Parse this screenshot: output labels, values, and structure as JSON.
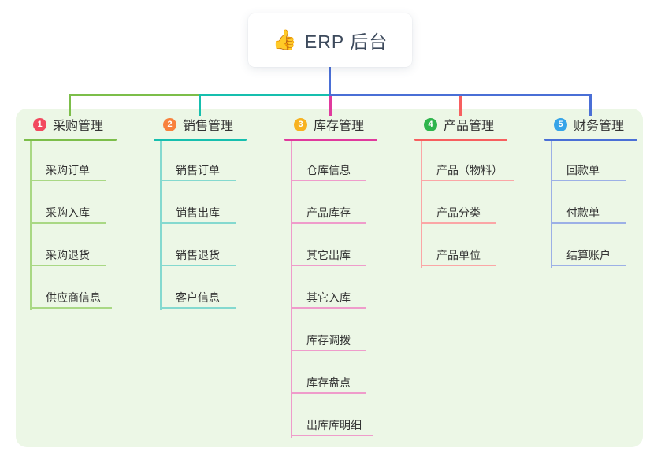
{
  "root": {
    "label": "ERP 后台",
    "icon": "thumbs-up-emoji",
    "emoji": "👍",
    "connector_color": "#4a6fd6",
    "background": "#ffffff"
  },
  "canvas": {
    "panel_color": "#ecf7e6",
    "page_background": "#ffffff"
  },
  "branches": [
    {
      "index": "1",
      "label": "采购管理",
      "badge_color": "#f2495f",
      "line_color": "#7cbe4a",
      "child_line_color": "#a9d884",
      "children": [
        "采购订单",
        "采购入库",
        "采购退货",
        "供应商信息"
      ]
    },
    {
      "index": "2",
      "label": "销售管理",
      "badge_color": "#f8813d",
      "line_color": "#16bfae",
      "child_line_color": "#84d9cf",
      "children": [
        "销售订单",
        "销售出库",
        "销售退货",
        "客户信息"
      ]
    },
    {
      "index": "3",
      "label": "库存管理",
      "badge_color": "#f7b220",
      "line_color": "#e03a9d",
      "child_line_color": "#ef9ccb",
      "children": [
        "仓库信息",
        "产品库存",
        "其它出库",
        "其它入库",
        "库存调拨",
        "库存盘点",
        "出库库明细"
      ]
    },
    {
      "index": "4",
      "label": "产品管理",
      "badge_color": "#2eb54c",
      "line_color": "#f75f5f",
      "child_line_color": "#fba6a6",
      "children": [
        "产品（物料）",
        "产品分类",
        "产品单位"
      ]
    },
    {
      "index": "5",
      "label": "财务管理",
      "badge_color": "#36a4e8",
      "line_color": "#4a6fd6",
      "child_line_color": "#9cb0e6",
      "children": [
        "回款单",
        "付款单",
        "结算账户"
      ]
    }
  ]
}
